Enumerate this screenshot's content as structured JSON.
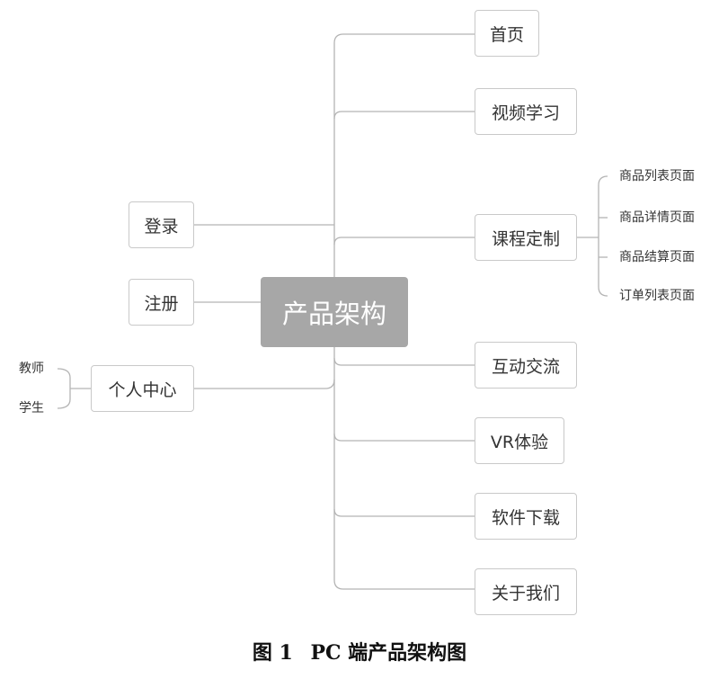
{
  "center": "产品架构",
  "right_nodes": [
    "首页",
    "视频学习",
    "课程定制",
    "互动交流",
    "VR体验",
    "软件下载",
    "关于我们"
  ],
  "left_nodes": [
    "登录",
    "注册",
    "个人中心"
  ],
  "course_sub": [
    "商品列表页面",
    "商品详情页面",
    "商品结算页面",
    "订单列表页面"
  ],
  "personal_sub": [
    "教师",
    "学生"
  ],
  "caption": {
    "label": "图 1",
    "title": "PC 端产品架构图"
  },
  "colors": {
    "line": "#b4b4b4",
    "border": "#c9c9c9",
    "center_fill": "#a7a7a7",
    "center_text": "#ffffff"
  }
}
